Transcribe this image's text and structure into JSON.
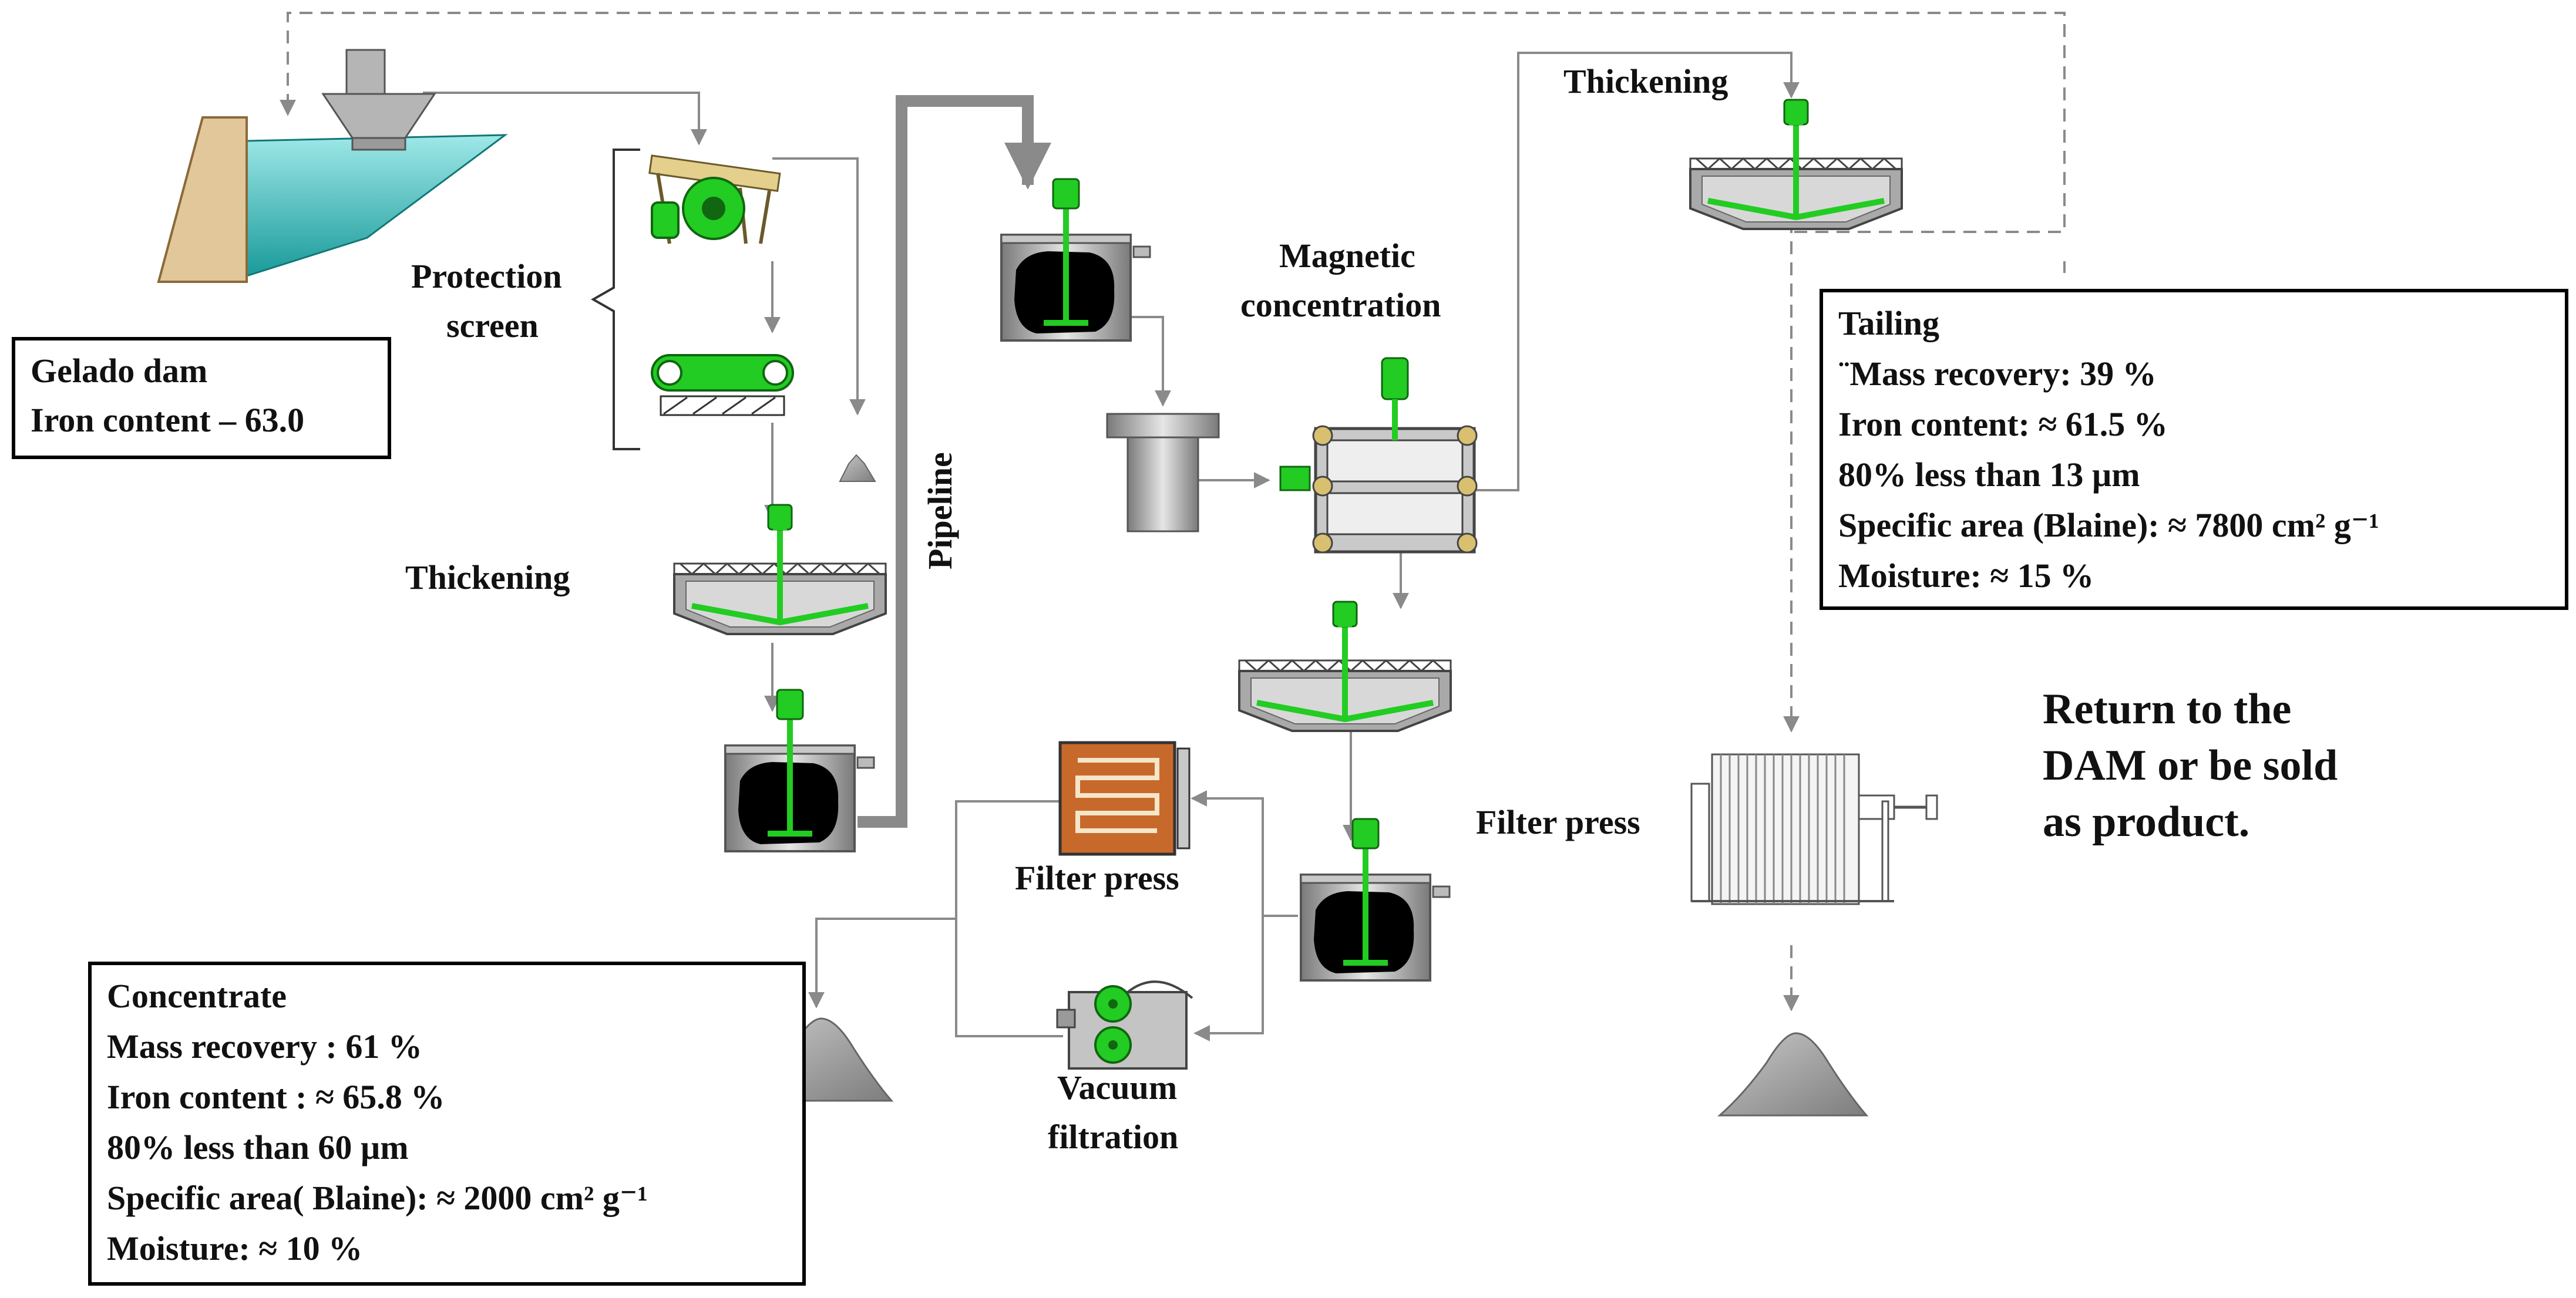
{
  "labels": {
    "protection_screen": [
      "Protection",
      "screen"
    ],
    "thickening_1": "Thickening",
    "pipeline": "Pipeline",
    "magnetic_concentration": [
      "Magnetic",
      "concentration"
    ],
    "thickening_2": "Thickening",
    "filter_press_1": "Filter press",
    "vacuum_filtration": [
      "Vacuum",
      "filtration"
    ],
    "filter_press_2": "Filter press"
  },
  "dam_box": {
    "lines": [
      "Gelado dam",
      "Iron content – 63.0"
    ]
  },
  "tailing_box": {
    "lines": [
      "Tailing",
      "¨Mass recovery: 39 %",
      "Iron content: ≈ 61.5 %",
      "80% less than 13 µm",
      "Specific area (Blaine): ≈ 7800 cm² g⁻¹",
      "Moisture: ≈ 15 %"
    ]
  },
  "concentrate_box": {
    "lines": [
      "Concentrate",
      "Mass recovery : 61 %",
      "Iron content : ≈ 65.8 %",
      "80% less than 60 µm",
      "Specific area( Blaine): ≈ 2000 cm² g⁻¹",
      "Moisture: ≈ 10 %"
    ]
  },
  "return_text": [
    "Return to the",
    "DAM or be sold",
    "as product."
  ],
  "colors": {
    "equipment_green": "#22cc22",
    "water_teal": "#5ccfcf",
    "dam_tan": "#e2c79a",
    "flow_gray": "#8a8a8a",
    "steel_gray": "#a9a9a9",
    "filter_orange": "#c8692c"
  }
}
